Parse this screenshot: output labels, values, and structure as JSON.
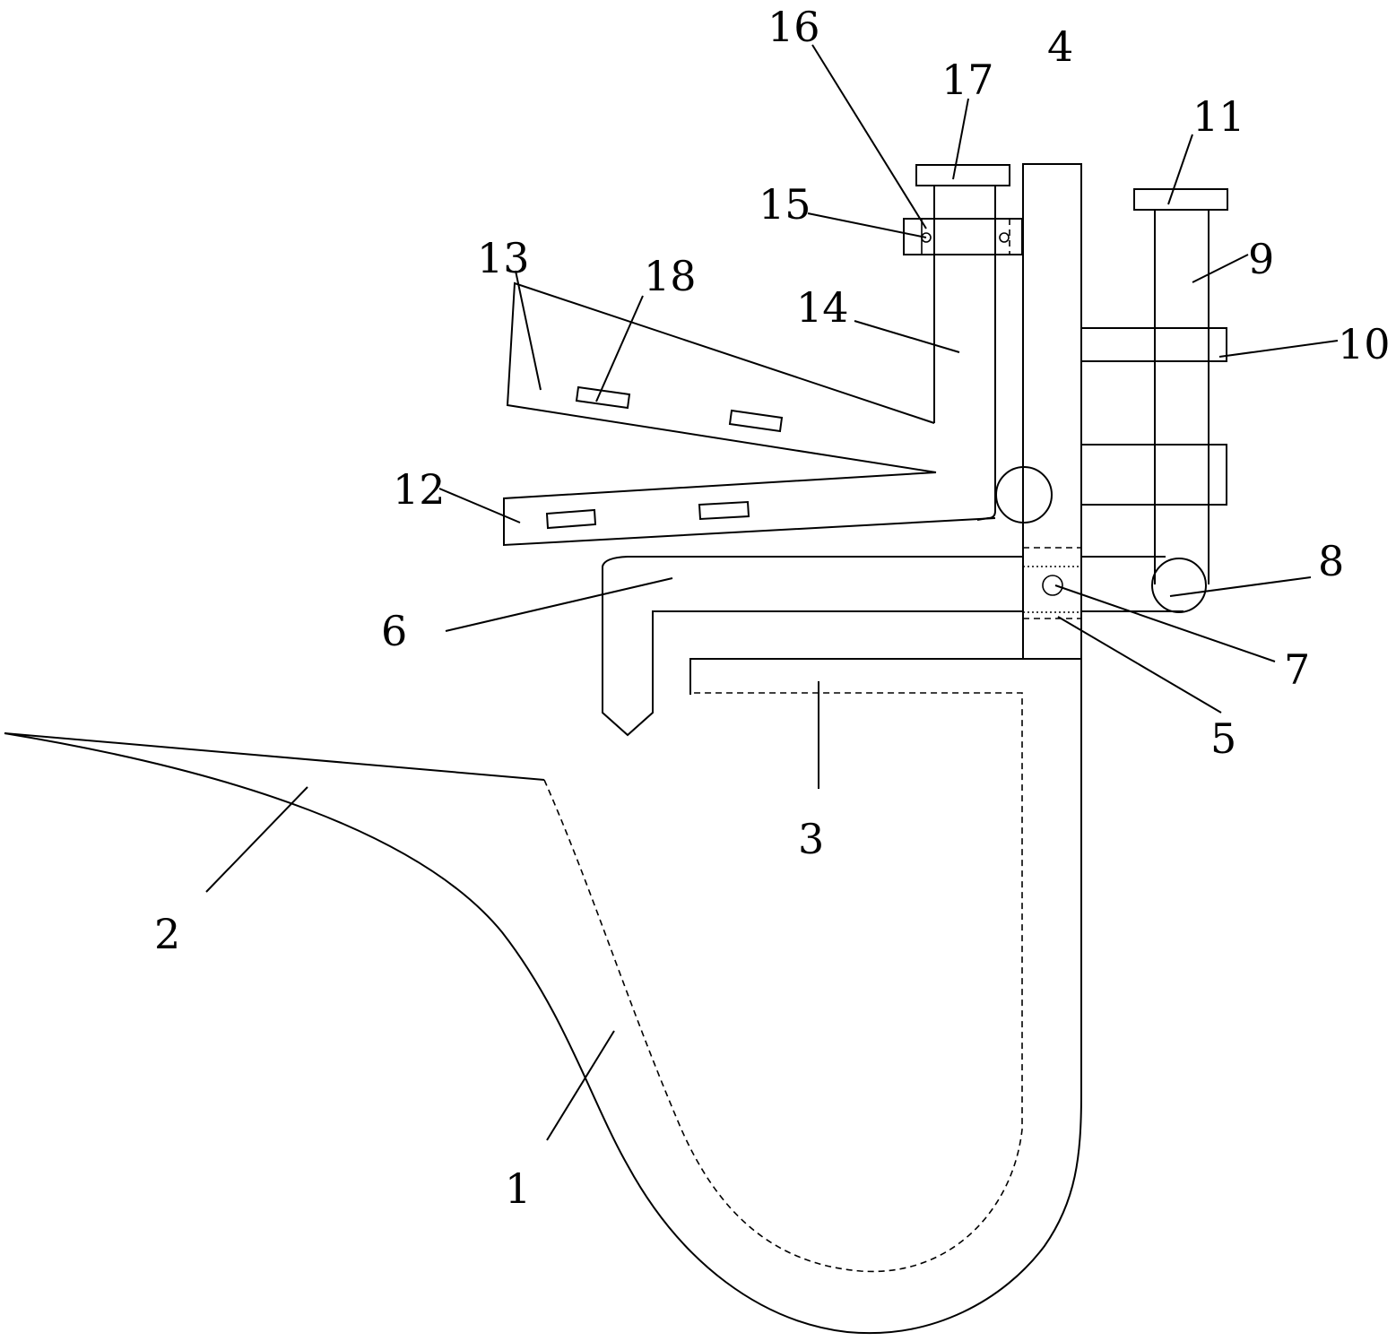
{
  "figure": {
    "labels": {
      "n1": "1",
      "n2": "2",
      "n3": "3",
      "n4": "4",
      "n5": "5",
      "n6": "6",
      "n7": "7",
      "n8": "8",
      "n9": "9",
      "n10": "10",
      "n11": "11",
      "n12": "12",
      "n13": "13",
      "n14": "14",
      "n15": "15",
      "n16": "16",
      "n17": "17",
      "n18": "18"
    }
  }
}
